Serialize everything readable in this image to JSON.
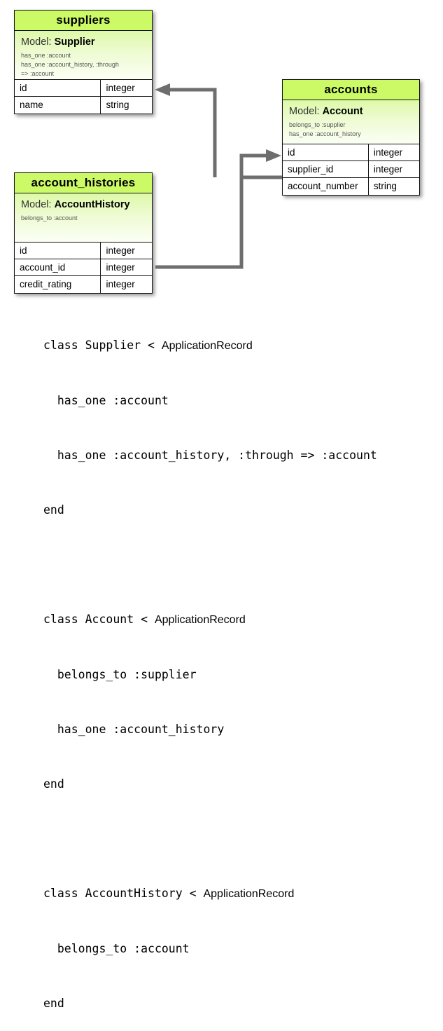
{
  "diagram": {
    "type": "entity-relationship",
    "tables": [
      {
        "id": "suppliers",
        "title": "suppliers",
        "model_label": "Model:",
        "model_name": "Supplier",
        "associations": [
          "has_one :account",
          "has_one :account_history, :through",
          "=> :account"
        ],
        "columns": [
          {
            "name": "id",
            "type": "integer"
          },
          {
            "name": "name",
            "type": "string"
          }
        ]
      },
      {
        "id": "accounts",
        "title": "accounts",
        "model_label": "Model:",
        "model_name": "Account",
        "associations": [
          "belongs_to :supplier",
          "has_one :account_history"
        ],
        "columns": [
          {
            "name": "id",
            "type": "integer"
          },
          {
            "name": "supplier_id",
            "type": "integer"
          },
          {
            "name": "account_number",
            "type": "string"
          }
        ]
      },
      {
        "id": "account_histories",
        "title": "account_histories",
        "model_label": "Model:",
        "model_name": "AccountHistory",
        "associations": [
          "belongs_to :account"
        ],
        "columns": [
          {
            "name": "id",
            "type": "integer"
          },
          {
            "name": "account_id",
            "type": "integer"
          },
          {
            "name": "credit_rating",
            "type": "integer"
          }
        ]
      }
    ],
    "relationships": [
      {
        "from": "accounts.supplier_id",
        "to": "suppliers.id",
        "direction": "left"
      },
      {
        "from": "accounts.supplier_id",
        "to": "accounts.id",
        "direction": "right"
      },
      {
        "from": "account_histories.account_id",
        "to": "accounts.id",
        "direction": "right"
      }
    ],
    "colors": {
      "header_green": "#ccfa66",
      "model_gradient_top": "#ddf9a8",
      "model_gradient_bottom": "#fbfff4",
      "border": "#111111",
      "connector_gray": "#6e6e6e",
      "text": "#000000",
      "assoc_text": "#555555"
    }
  },
  "code": {
    "lines": [
      {
        "pre": "class Supplier < ",
        "cls": "ApplicationRecord",
        "post": ""
      },
      {
        "pre": "  has_one :account",
        "cls": "",
        "post": ""
      },
      {
        "pre": "  has_one :account_history, :through => :account",
        "cls": "",
        "post": ""
      },
      {
        "pre": "end",
        "cls": "",
        "post": ""
      },
      {
        "pre": "",
        "cls": "",
        "post": ""
      },
      {
        "pre": "class Account < ",
        "cls": "ApplicationRecord",
        "post": ""
      },
      {
        "pre": "  belongs_to :supplier",
        "cls": "",
        "post": ""
      },
      {
        "pre": "  has_one :account_history",
        "cls": "",
        "post": ""
      },
      {
        "pre": "end",
        "cls": "",
        "post": ""
      },
      {
        "pre": "",
        "cls": "",
        "post": ""
      },
      {
        "pre": "class AccountHistory < ",
        "cls": "ApplicationRecord",
        "post": ""
      },
      {
        "pre": "  belongs_to :account",
        "cls": "",
        "post": ""
      },
      {
        "pre": "end",
        "cls": "",
        "post": ""
      }
    ]
  }
}
